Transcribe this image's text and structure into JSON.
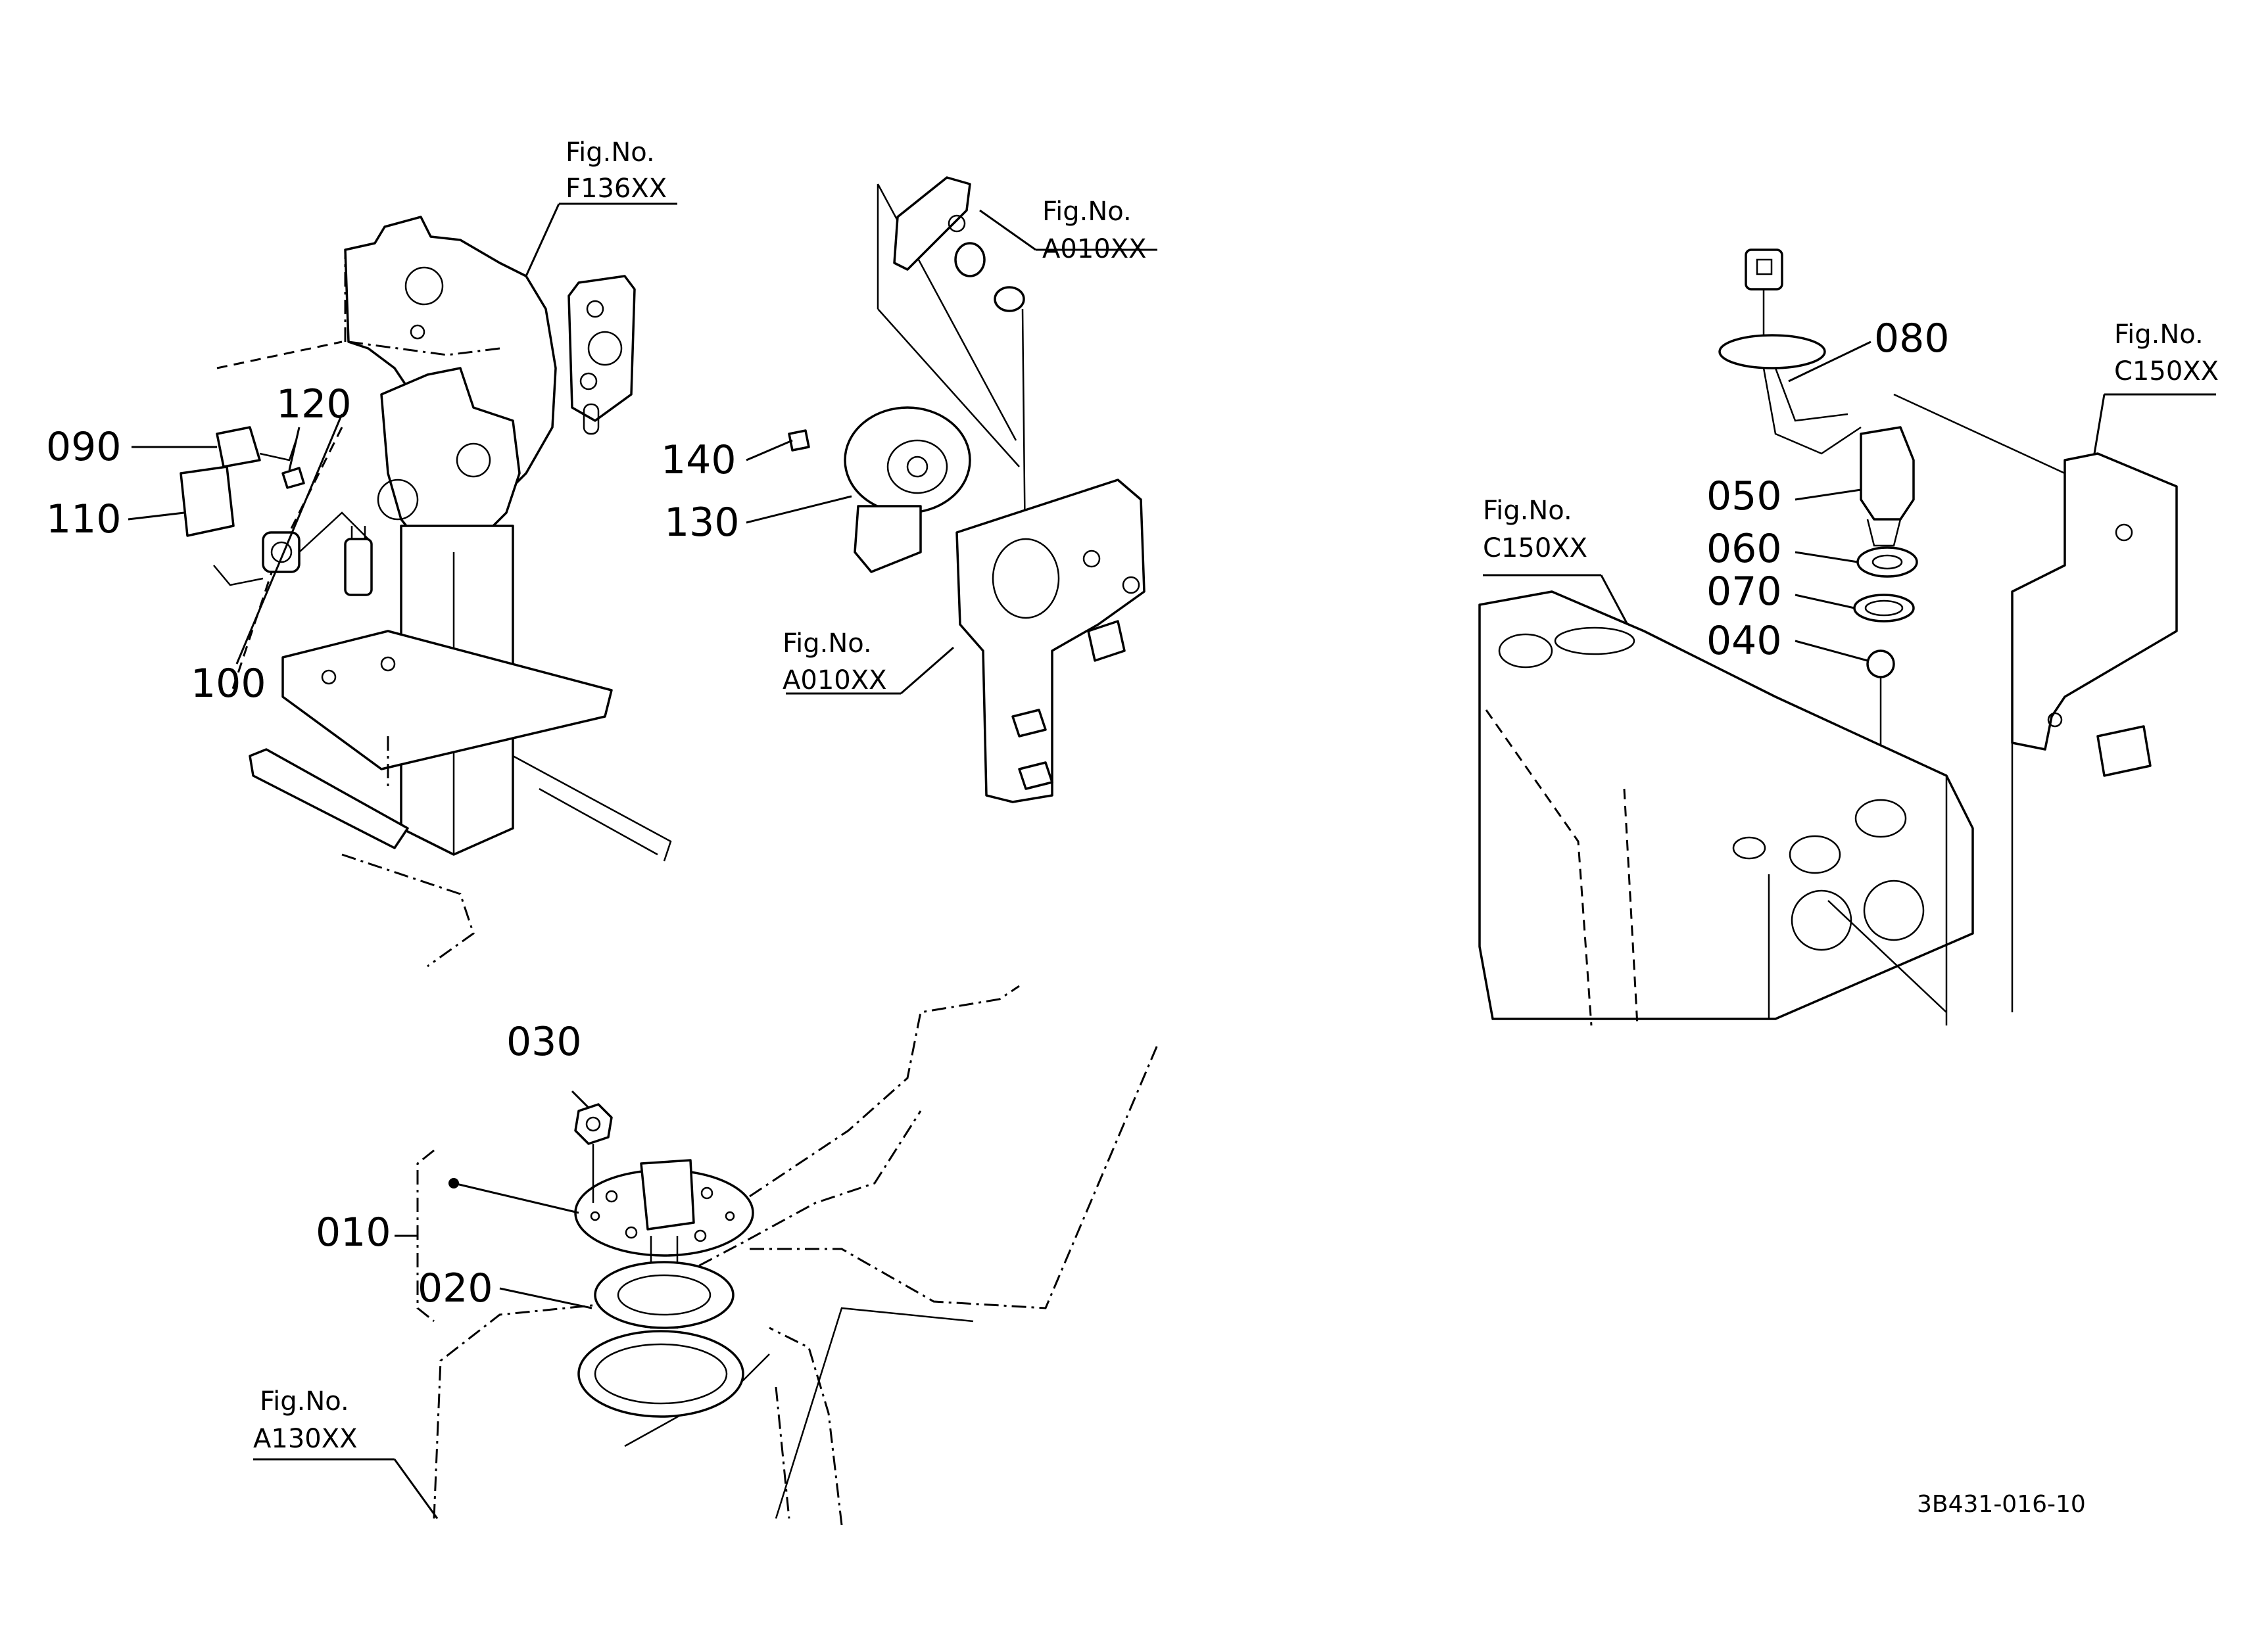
{
  "drawing_code": "3B431-016-10",
  "fig_ref": {
    "line1": "Fig.No.",
    "f136": "F136XX",
    "a010_top": "A010XX",
    "a010_mid": "A010XX",
    "c150_right": "C150XX",
    "c150_left": "C150XX",
    "a130": "A130XX"
  },
  "parts": {
    "p010": "010",
    "p020": "020",
    "p030": "030",
    "p040": "040",
    "p050": "050",
    "p060": "060",
    "p070": "070",
    "p080": "080",
    "p090": "090",
    "p100": "100",
    "p110": "110",
    "p120": "120",
    "p130": "130",
    "p140": "140"
  }
}
